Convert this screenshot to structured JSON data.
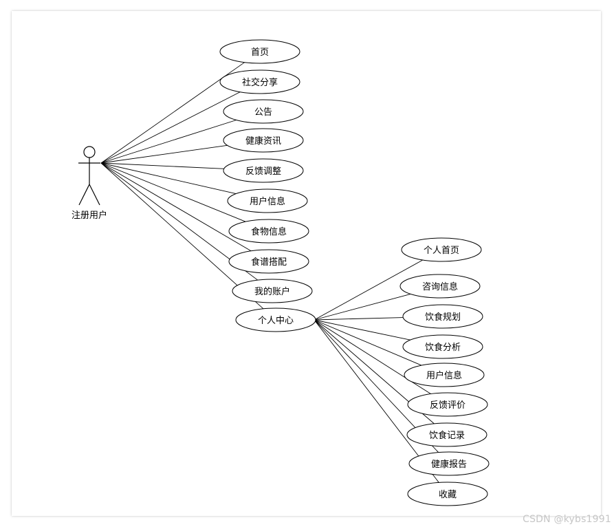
{
  "actor": {
    "label": "注册用户"
  },
  "use_cases": [
    "首页",
    "社交分享",
    "公告",
    "健康资讯",
    "反馈调整",
    "用户信息",
    "食物信息",
    "食谱搭配",
    "我的账户",
    "个人中心"
  ],
  "personal_center_items": [
    "个人首页",
    "咨询信息",
    "饮食规划",
    "饮食分析",
    "用户信息",
    "反馈评价",
    "饮食记录",
    "健康报告",
    "收藏"
  ],
  "watermark": "CSDN @kybs1991"
}
